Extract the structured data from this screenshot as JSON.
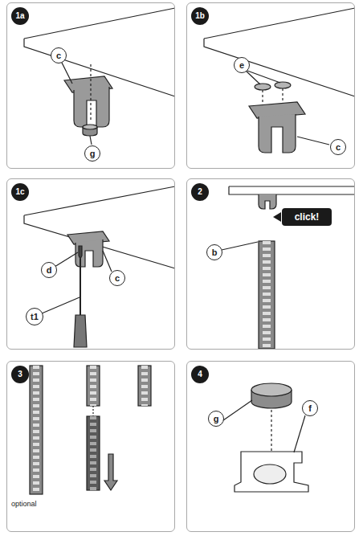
{
  "diagram": {
    "nodes": [
      {
        "text": [
          "1a"
        ]
      },
      {
        "text": [
          "c"
        ],
        "in": 0
      },
      {
        "text": [
          "g"
        ],
        "in": 0
      },
      {
        "text": [
          "1b"
        ]
      },
      {
        "text": [
          "e"
        ],
        "in": 3
      },
      {
        "text": [
          "c"
        ],
        "in": 3
      },
      {
        "text": [
          "1c"
        ]
      },
      {
        "text": [
          "d"
        ],
        "in": 6
      },
      {
        "text": [
          "c"
        ],
        "in": 6
      },
      {
        "text": [
          "t1"
        ],
        "in": 6
      },
      {
        "text": [
          "2"
        ]
      },
      {
        "text": [
          "click!"
        ],
        "in": 10
      },
      {
        "text": [
          "b"
        ],
        "in": 10
      },
      {
        "text": [
          "3"
        ]
      },
      {
        "text": [
          "4"
        ]
      },
      {
        "text": [
          "g"
        ],
        "in": 14
      },
      {
        "text": [
          "f"
        ],
        "in": 14
      }
    ],
    "labels": [
      "optional"
    ]
  }
}
